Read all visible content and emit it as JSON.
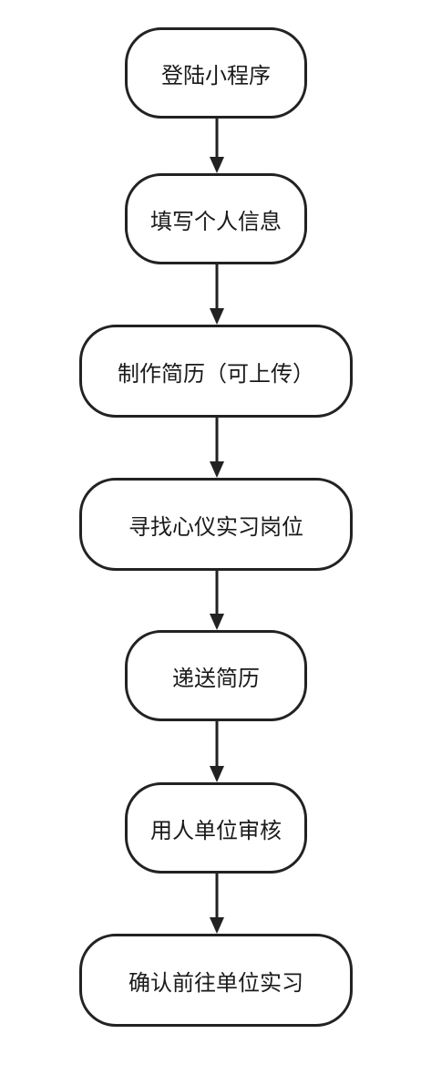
{
  "flowchart": {
    "steps": [
      "登陆小程序",
      "填写个人信息",
      "制作简历（可上传）",
      "寻找心仪实习岗位",
      "递送简历",
      "用人单位审核",
      "确认前往单位实习"
    ]
  },
  "colors": {
    "stroke": "#222222",
    "text": "#1a1a1a",
    "background": "#ffffff"
  }
}
